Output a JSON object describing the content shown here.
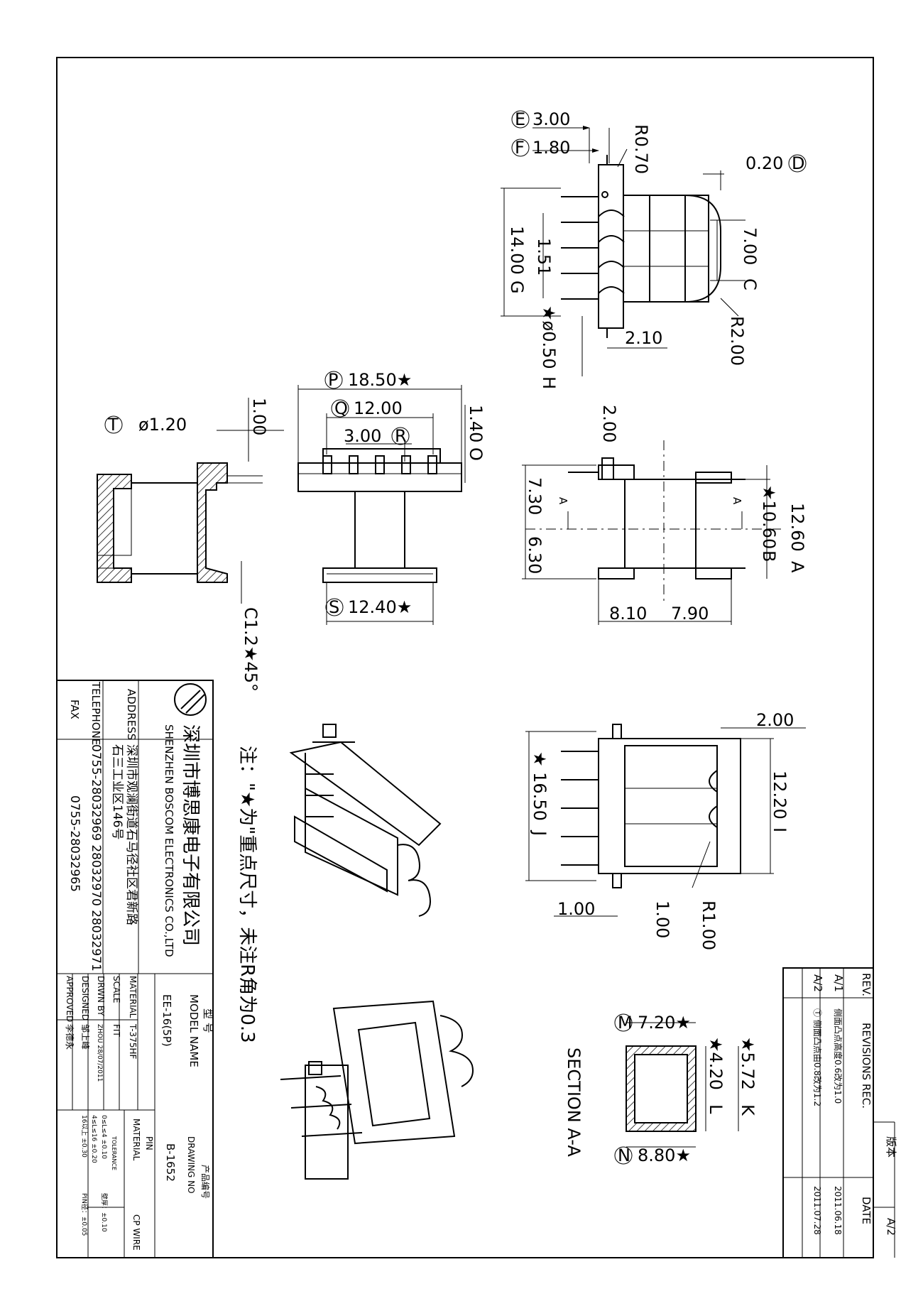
{
  "drawing": {
    "views": {
      "top_right": {
        "dims": [
          "3.00",
          "1.80",
          "R0.70",
          "0.20",
          "7.00",
          "14.00",
          "1.51",
          "★ø0.50",
          "R2.00",
          "2.10"
        ],
        "markers": [
          "E",
          "F",
          "D",
          "C",
          "G",
          "H"
        ]
      },
      "front": {
        "dims": [
          "18.50★",
          "12.00",
          "3.00",
          "1.40",
          "12.40★"
        ],
        "markers": [
          "P",
          "Q",
          "R",
          "O",
          "S"
        ]
      },
      "side_section": {
        "dims": [
          "ø1.20",
          "1.00",
          "C1.2★45°"
        ],
        "markers": [
          "T"
        ]
      },
      "right_mid": {
        "dims": [
          "2.00",
          "7.30",
          "6.30",
          "12.60",
          "★10.60",
          "8.10",
          "7.90"
        ],
        "markers": [
          "A",
          "B"
        ],
        "section_marks": [
          "A",
          "A"
        ]
      },
      "bottom_right": {
        "dims": [
          "2.00",
          "★ 16.50",
          "12.20",
          "1.00",
          "1.00",
          "R1.00"
        ],
        "markers": [
          "J",
          "I"
        ]
      },
      "section_aa": {
        "title": "SECTION A-A",
        "dims": [
          "7.20★",
          "★4.20",
          "★5.72",
          "8.80★"
        ],
        "markers": [
          "M",
          "L",
          "K",
          "N"
        ]
      }
    },
    "note": "注：\"★为\"重点尺寸，未注R角为0.3"
  },
  "company": {
    "name_cn": "深圳市博思康电子有限公司",
    "name_en": "SHENZHEN BOSCOM ELECTRONICS CO.,LTD",
    "address_label": "ADDRESS",
    "address_1": "深圳市观澜街道石马径社区君新路",
    "address_2": "石三工业区146号",
    "telephone_label": "TELEPHONE",
    "telephone": "0755-28032969 28032970 28032971",
    "fax_label": "FAX",
    "fax": "0755-28032965"
  },
  "title_block": {
    "model_label_cn": "型 号",
    "model_label": "MODEL NAME",
    "model_value": "EE-16(5P)",
    "material_label": "MATERIAL",
    "material_value": "T-375HF",
    "scale_label": "SCALE",
    "scale_value": "FIT",
    "drawn_label": "DRWN BY",
    "drawn_value": "ZHOU 28/07/2011",
    "designed_label": "DESIGNED",
    "designed_value": "邹上峰",
    "approved_label": "APPROVED",
    "approved_value": "李德永",
    "drawing_no_label_cn": "产品编号",
    "drawing_no_label": "DRAWING NO",
    "drawing_no_value": "B-1652",
    "pin_label": "PIN",
    "pin_material_label": "MATERIAL",
    "pin_material_value": "CP WIRE",
    "tolerance_label": "TOLERANCE",
    "tolerance_rows": [
      "0≤L≤4 ±0.10",
      "4≤L≤16 ±0.20",
      "16以上 ±0.30"
    ],
    "tolerance_extra": [
      "壁厚：±0.10",
      "PIN径：±0.05"
    ]
  },
  "revisions": {
    "version_label": "版本",
    "version_value": "A/2",
    "header": [
      "REV.",
      "REVISIONS REC.",
      "DATE"
    ],
    "rows": [
      [
        "A/1",
        "侧面凸点高度0.6改为1.0",
        "2011.06.18"
      ],
      [
        "A/2",
        "Ⓣ 侧面凸点由0.8改为1.2",
        "2011.07.28"
      ]
    ]
  }
}
